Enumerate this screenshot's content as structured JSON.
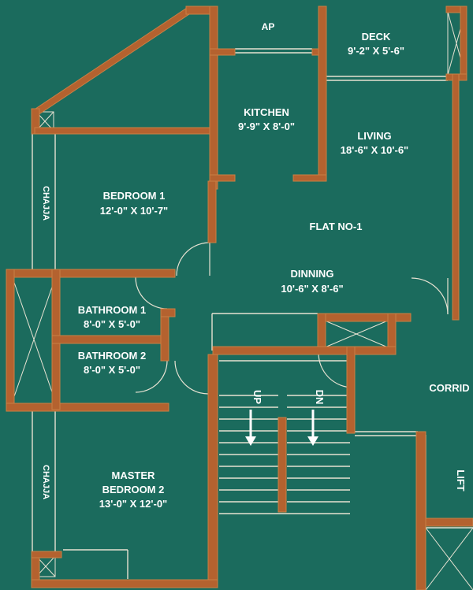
{
  "plan": {
    "title": "FLAT NO-1",
    "rooms": {
      "ap": {
        "name": "AP"
      },
      "deck": {
        "name": "DECK",
        "size": "9'-2\" X 5'-6\""
      },
      "kitchen": {
        "name": "KITCHEN",
        "size": "9'-9\" X 8'-0\""
      },
      "living": {
        "name": "LIVING",
        "size": "18'-6\" X 10'-6\""
      },
      "bedroom1": {
        "name": "BEDROOM 1",
        "size": "12'-0\" X 10'-7\""
      },
      "dinning": {
        "name": "DINNING",
        "size": "10'-6\" X 8'-6\""
      },
      "bathroom1": {
        "name": "BATHROOM 1",
        "size": "8'-0\" X 5'-0\""
      },
      "bathroom2": {
        "name": "BATHROOM 2",
        "size": "8'-0\" X 5'-0\""
      },
      "master": {
        "name1": "MASTER",
        "name2": "BEDROOM 2",
        "size": "13'-0\" X 12'-0\""
      }
    },
    "chaja_top": "CHAJJA",
    "chaja_bottom": "CHAJJA",
    "stairs": {
      "up": "UP",
      "dn": "DN"
    },
    "corridor": "CORRID",
    "lift": "LIFT",
    "colors": {
      "background": "#1b6b5d",
      "wall": "#b4622f",
      "line": "#e7e2d2"
    }
  }
}
